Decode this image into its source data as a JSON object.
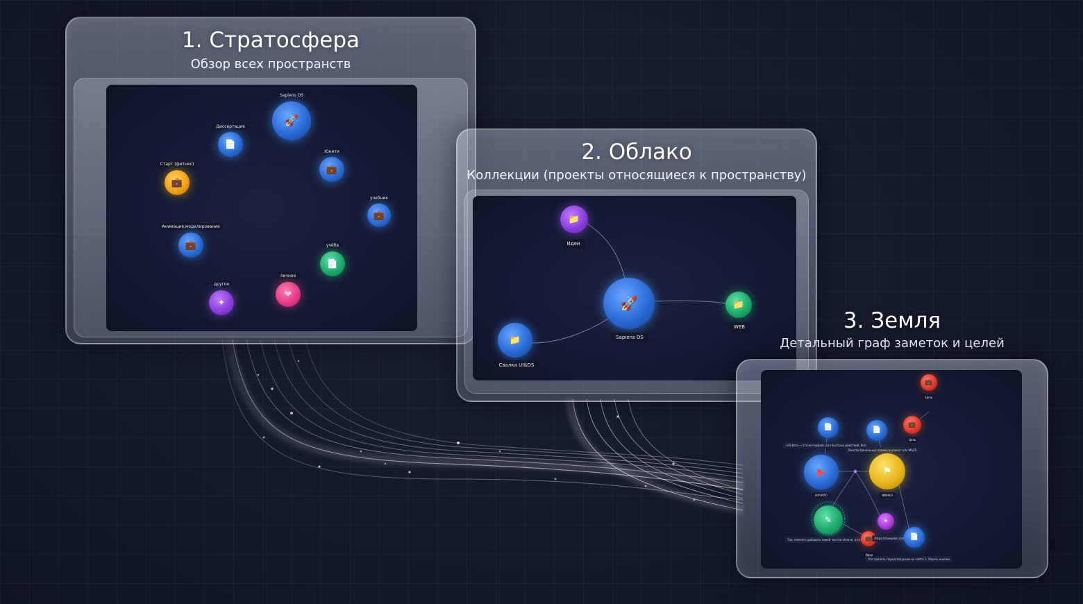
{
  "levels": [
    {
      "title": "1. Стратосфера",
      "subtitle": "Обзор всех пространств",
      "nodes": [
        {
          "label": "Sapiens OS",
          "color": "blue",
          "icon": "rocket-icon"
        },
        {
          "label": "Диссертация",
          "color": "blue",
          "icon": "document-icon"
        },
        {
          "label": "Юнити",
          "color": "blue",
          "icon": "briefcase-icon"
        },
        {
          "label": "Старт (фитнес)",
          "color": "orange",
          "icon": "briefcase-icon"
        },
        {
          "label": "учебник",
          "color": "blue",
          "icon": "briefcase-icon"
        },
        {
          "label": "Анимация,моделирование",
          "color": "blue",
          "icon": "briefcase-icon"
        },
        {
          "label": "учёба",
          "color": "green",
          "icon": "document-icon"
        },
        {
          "label": "личное",
          "color": "pink",
          "icon": "heart-icon"
        },
        {
          "label": "другое",
          "color": "purple",
          "icon": "sparkle-icon"
        }
      ]
    },
    {
      "title": "2. Облако",
      "subtitle": "Коллекции (проекты относящиеся к пространству)",
      "nodes": [
        {
          "label": "Идеи",
          "color": "purple",
          "icon": "folder-icon"
        },
        {
          "label": "Sapiens OS",
          "color": "blue",
          "icon": "rocket-icon"
        },
        {
          "label": "WEB",
          "color": "green",
          "icon": "folder-icon"
        },
        {
          "label": "Свалка UI&DS",
          "color": "blue",
          "icon": "folder-icon"
        }
      ]
    },
    {
      "title": "3. Земля",
      "subtitle": "Детальный граф заметок и целей",
      "nodes": [
        {
          "label": "Цель",
          "color": "red",
          "icon": "briefcase-icon"
        },
        {
          "label": "Цель",
          "color": "red",
          "icon": "briefcase-icon"
        },
        {
          "label": "НАЧАЛО",
          "color": "blue",
          "icon": "play-flag-icon"
        },
        {
          "label": "ФИНАЛ",
          "color": "yellow",
          "icon": "finish-flag-icon"
        },
        {
          "label": "Идея",
          "color": "red",
          "icon": "briefcase-icon"
        }
      ],
      "notes": [
        "«VS Kot» — это интерфейс для быстрых действий. Всё",
        "Внести финальные правки в клиент для MAZR",
        "Так, немного добавить новой чистой облачк, в которой",
        "https://sheepdoc.com",
        "Что сделать перед запуском на сайте 1. Убрать кнопки"
      ]
    }
  ]
}
